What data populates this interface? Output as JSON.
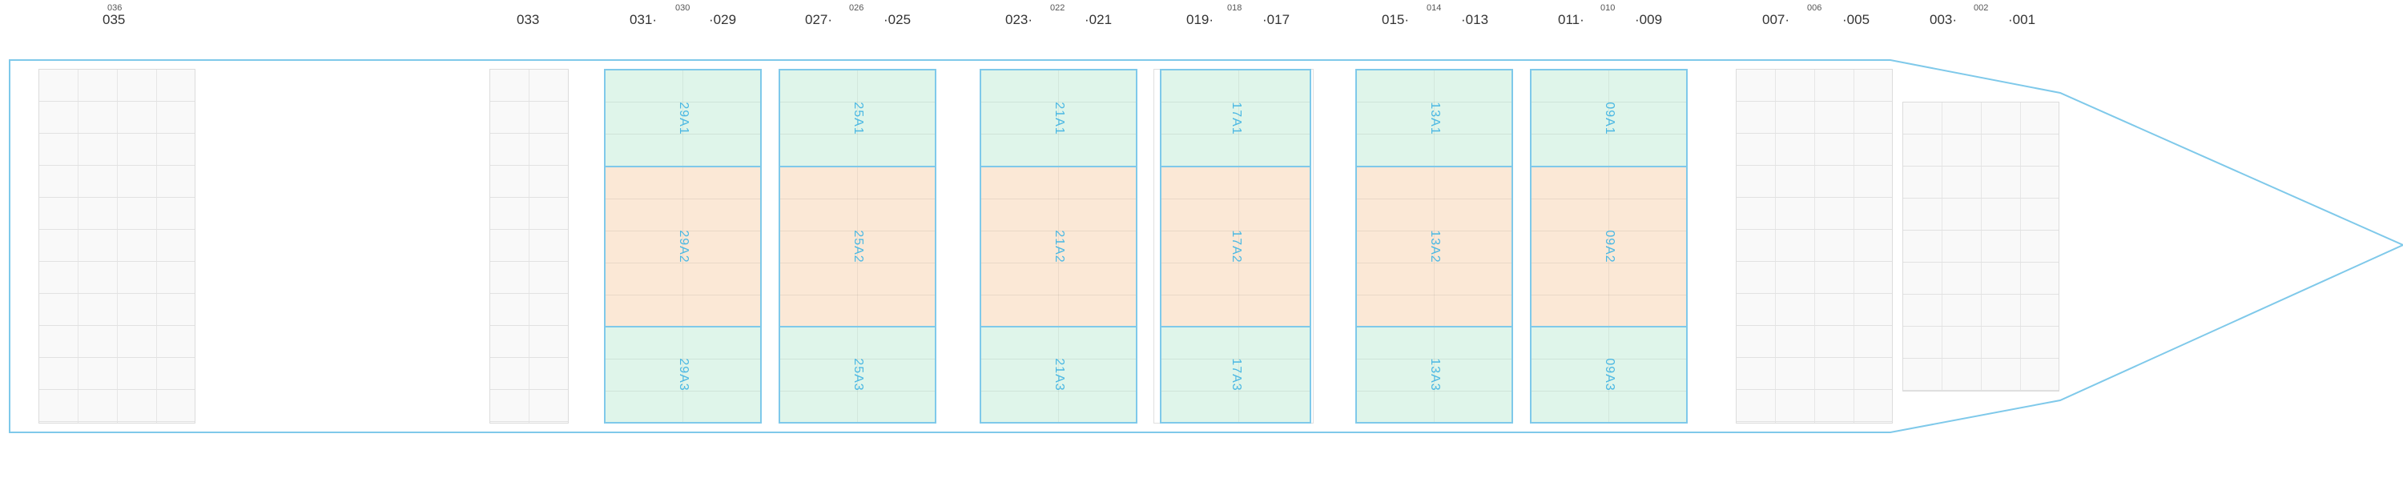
{
  "bay_labels": [
    {
      "main": "035",
      "sub": "036"
    },
    {
      "main": "033",
      "sub": ""
    },
    {
      "main": "031·",
      "sub": "030",
      "main2": "·029"
    },
    {
      "main": "027·",
      "sub": "026",
      "main2": "·025"
    },
    {
      "main": "023·",
      "sub": "022",
      "main2": "·021"
    },
    {
      "main": "019·",
      "sub": "018",
      "main2": "·017"
    },
    {
      "main": "015·",
      "sub": "014",
      "main2": "·013"
    },
    {
      "main": "011·",
      "sub": "010",
      "main2": "·009"
    },
    {
      "main": "007·",
      "sub": "006",
      "main2": "·005"
    },
    {
      "main": "003·",
      "sub": "002",
      "main2": "·001"
    }
  ],
  "hatch_covers": [
    [
      "29A1",
      "29A2",
      "29A3"
    ],
    [
      "25A1",
      "25A2",
      "25A3"
    ],
    [
      "21A1",
      "21A2",
      "21A3"
    ],
    [
      "17A1",
      "17A2",
      "17A3"
    ],
    [
      "13A1",
      "13A2",
      "13A3"
    ],
    [
      "09A1",
      "09A2",
      "09A3"
    ]
  ],
  "colors": {
    "hull_outline": "#7fc9ea",
    "cover_green": "#dff5ea",
    "cover_orange": "#fbe8d6",
    "cover_text": "#4bb8e3",
    "slot_fill": "#f9f9f9"
  }
}
